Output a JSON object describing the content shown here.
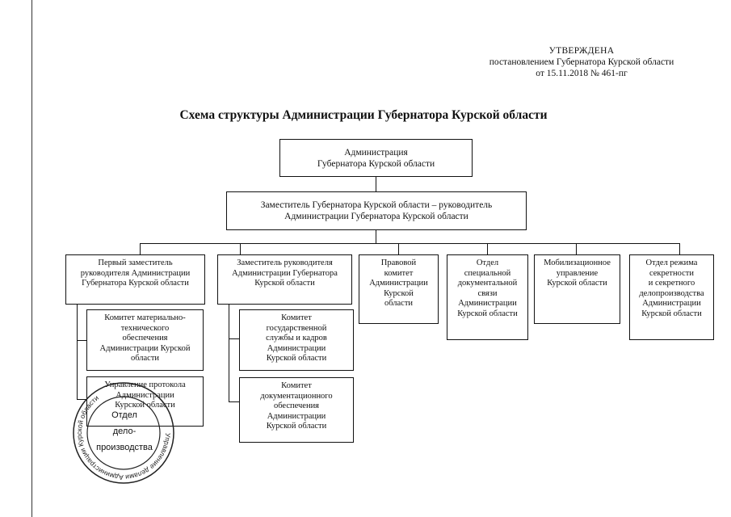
{
  "approval": {
    "title": "УТВЕРЖДЕНА",
    "line1": "постановлением Губернатора Курской области",
    "line2": "от  15.11.2018  № 461-пг"
  },
  "title": "Схема структуры Администрации Губернатора Курской области",
  "org": {
    "root": "Администрация\nГубернатора Курской области",
    "deputy": "Заместитель Губернатора Курской области – руководитель\nАдминистрации Губернатора Курской области",
    "departments": [
      "Первый заместитель\nруководителя Администрации\nГубернатора Курской области",
      "Заместитель руководителя\nАдминистрации Губернатора\nКурской области",
      "Правовой\nкомитет\nАдминистрации\nКурской\nобласти",
      "Отдел\nспециальной\nдокументальной\nсвязи\nАдминистрации\nКурской области",
      "Мобилизационное\nуправление\nКурской области",
      "Отдел режима\nсекретности\nи секретного\nделопроизводства\nАдминистрации\nКурской области"
    ],
    "first_deputy_units": [
      "Комитет материально-\nтехнического\nобеспечения\nАдминистрации Курской\nобласти",
      "Управление протокола\nАдминистрации\nКурской области"
    ],
    "deputy_units": [
      "Комитет\nгосударственной\nслужбы и кадров\nАдминистрации\nКурской области",
      "Комитет\nдокументационного\nобеспечения\nАдминистрации\nКурской области"
    ]
  },
  "stamp": {
    "ring_text": "Управление делами Администрации Курской области",
    "line1": "Отдел",
    "line2": "дело-",
    "line3": "производства"
  }
}
